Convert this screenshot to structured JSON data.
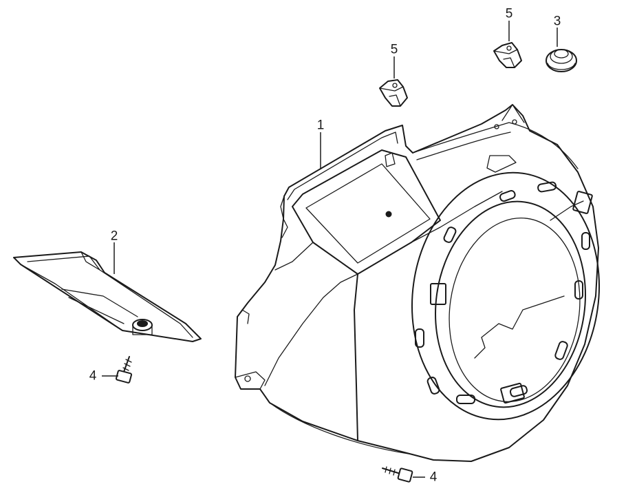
{
  "callouts": {
    "blower_housing": "1",
    "cover_plate": "2",
    "grommet": "3",
    "bolt_left": "4",
    "bolt_bottom": "4",
    "clip_upper": "5",
    "clip_left": "5"
  },
  "colors": {
    "line": "#1a1a1a",
    "background": "#ffffff"
  }
}
